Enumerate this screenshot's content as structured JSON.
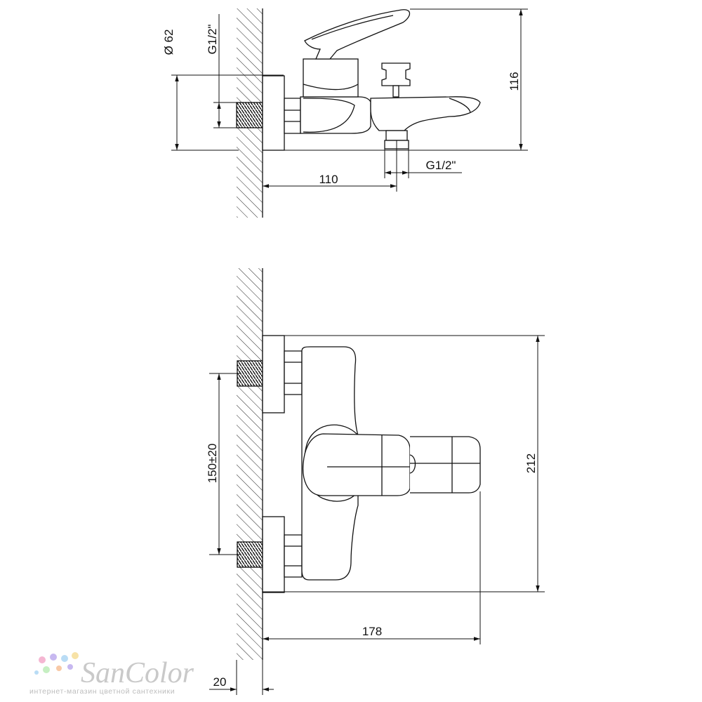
{
  "drawing": {
    "top_view": {
      "diameter_label": "Ø 62",
      "inlet_thread_label": "G1/2\"",
      "outlet_thread_label": "G1/2\"",
      "height_label": "116",
      "spout_offset_label": "110"
    },
    "front_view": {
      "overall_height_label": "212",
      "inlet_spacing_label": "150±20",
      "overall_depth_label": "178",
      "flange_label": "20"
    }
  },
  "logo": {
    "name": "SanColor",
    "tagline": "интернет-магазин цветной сантехники",
    "dot_colors": [
      "#f5b6d2",
      "#c7b8f0",
      "#b9dcf5",
      "#f7e2a6",
      "#c6efc2",
      "#f8c9a6"
    ]
  }
}
